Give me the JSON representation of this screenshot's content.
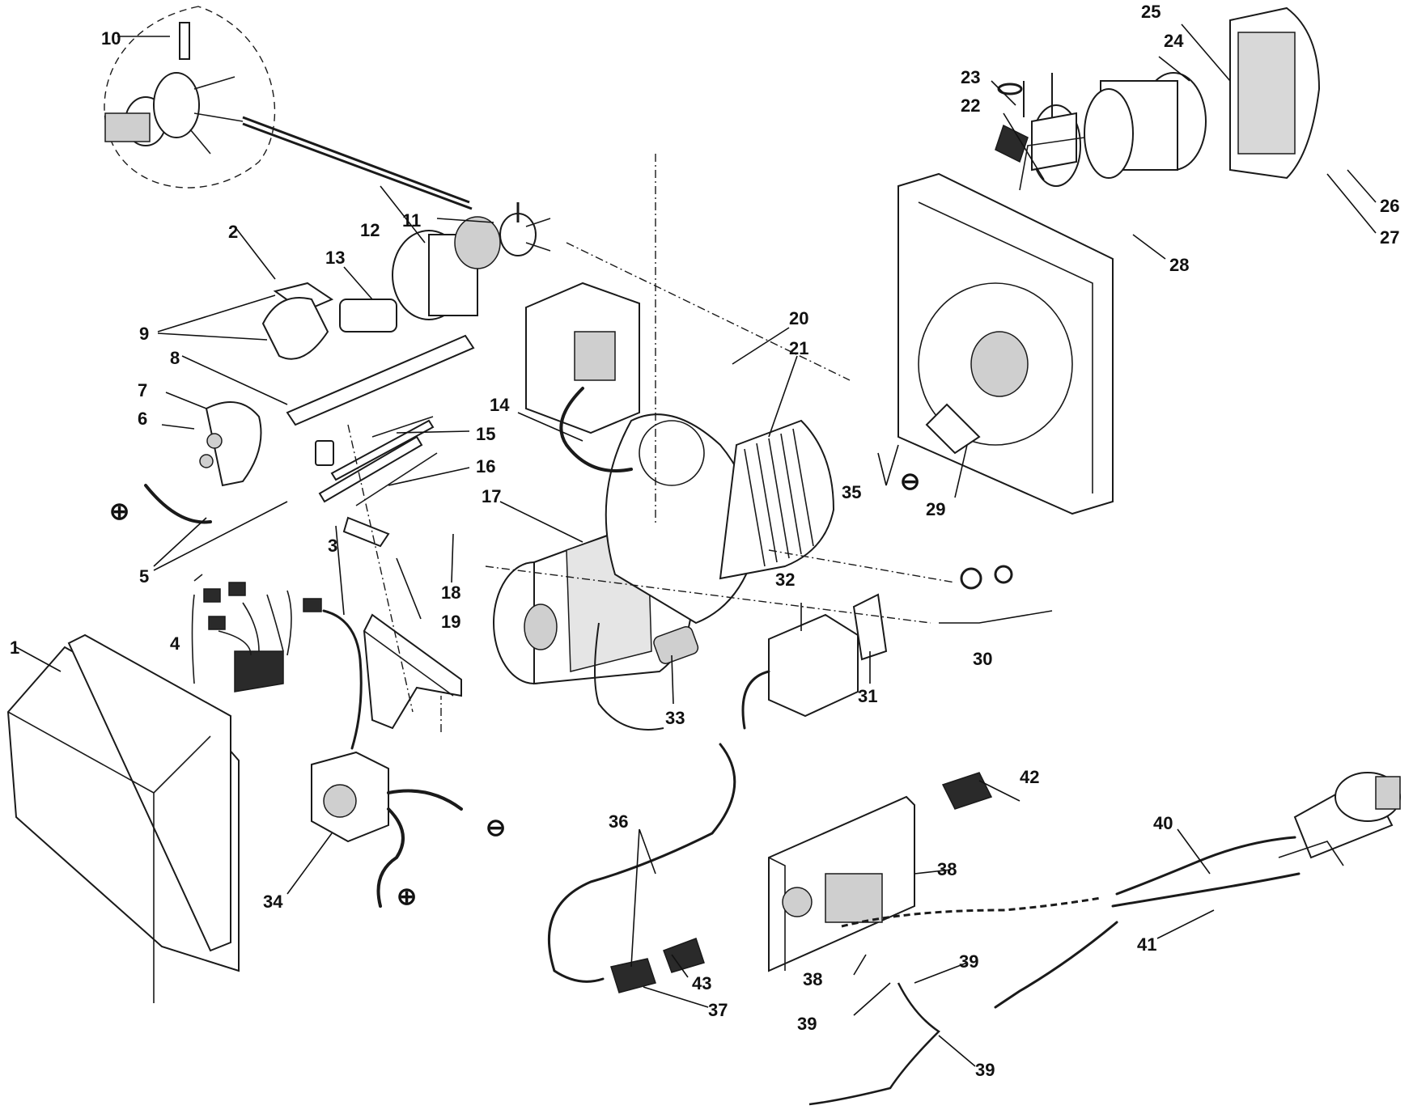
{
  "callouts": [
    {
      "id": "c1",
      "text": "1"
    },
    {
      "id": "c2",
      "text": "2"
    },
    {
      "id": "c3",
      "text": "3"
    },
    {
      "id": "c4",
      "text": "4"
    },
    {
      "id": "c5",
      "text": "5"
    },
    {
      "id": "c6",
      "text": "6"
    },
    {
      "id": "c7",
      "text": "7"
    },
    {
      "id": "c8",
      "text": "8"
    },
    {
      "id": "c9",
      "text": "9"
    },
    {
      "id": "c10",
      "text": "10"
    },
    {
      "id": "c11",
      "text": "11"
    },
    {
      "id": "c12",
      "text": "12"
    },
    {
      "id": "c13",
      "text": "13"
    },
    {
      "id": "c14",
      "text": "14"
    },
    {
      "id": "c15",
      "text": "15"
    },
    {
      "id": "c16",
      "text": "16"
    },
    {
      "id": "c17",
      "text": "17"
    },
    {
      "id": "c18",
      "text": "18"
    },
    {
      "id": "c19",
      "text": "19"
    },
    {
      "id": "c20",
      "text": "20"
    },
    {
      "id": "c21",
      "text": "21"
    },
    {
      "id": "c22",
      "text": "22"
    },
    {
      "id": "c23",
      "text": "23"
    },
    {
      "id": "c24",
      "text": "24"
    },
    {
      "id": "c25",
      "text": "25"
    },
    {
      "id": "c26",
      "text": "26"
    },
    {
      "id": "c27",
      "text": "27"
    },
    {
      "id": "c28",
      "text": "28"
    },
    {
      "id": "c29",
      "text": "29"
    },
    {
      "id": "c30",
      "text": "30"
    },
    {
      "id": "c31",
      "text": "31"
    },
    {
      "id": "c32",
      "text": "32"
    },
    {
      "id": "c33",
      "text": "33"
    },
    {
      "id": "c34",
      "text": "34"
    },
    {
      "id": "c35",
      "text": "35"
    },
    {
      "id": "c36",
      "text": "36"
    },
    {
      "id": "c37",
      "text": "37"
    },
    {
      "id": "c38a",
      "text": "38"
    },
    {
      "id": "c38b",
      "text": "38"
    },
    {
      "id": "c39a",
      "text": "39"
    },
    {
      "id": "c39b",
      "text": "39"
    },
    {
      "id": "c39c",
      "text": "39"
    },
    {
      "id": "c40",
      "text": "40"
    },
    {
      "id": "c41",
      "text": "41"
    },
    {
      "id": "c42",
      "text": "42"
    },
    {
      "id": "c43",
      "text": "43"
    }
  ],
  "polarity": {
    "plus_left": "⊕",
    "minus_34": "⊖",
    "plus_34": "⊕",
    "minus_35": "⊖"
  }
}
